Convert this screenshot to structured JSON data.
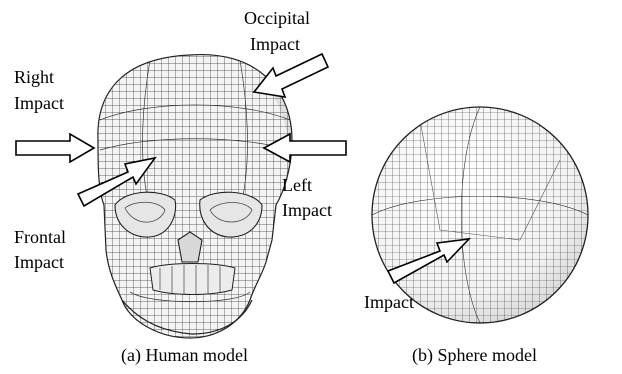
{
  "labels": {
    "occipital_line1": "Occipital",
    "occipital_line2": "Impact",
    "right_line1": "Right",
    "right_line2": "Impact",
    "left_line1": "Left",
    "left_line2": "Impact",
    "frontal_line1": "Frontal",
    "frontal_line2": "Impact",
    "sphere_impact": "Impact"
  },
  "captions": {
    "human": "(a) Human model",
    "sphere": "(b) Sphere model"
  }
}
